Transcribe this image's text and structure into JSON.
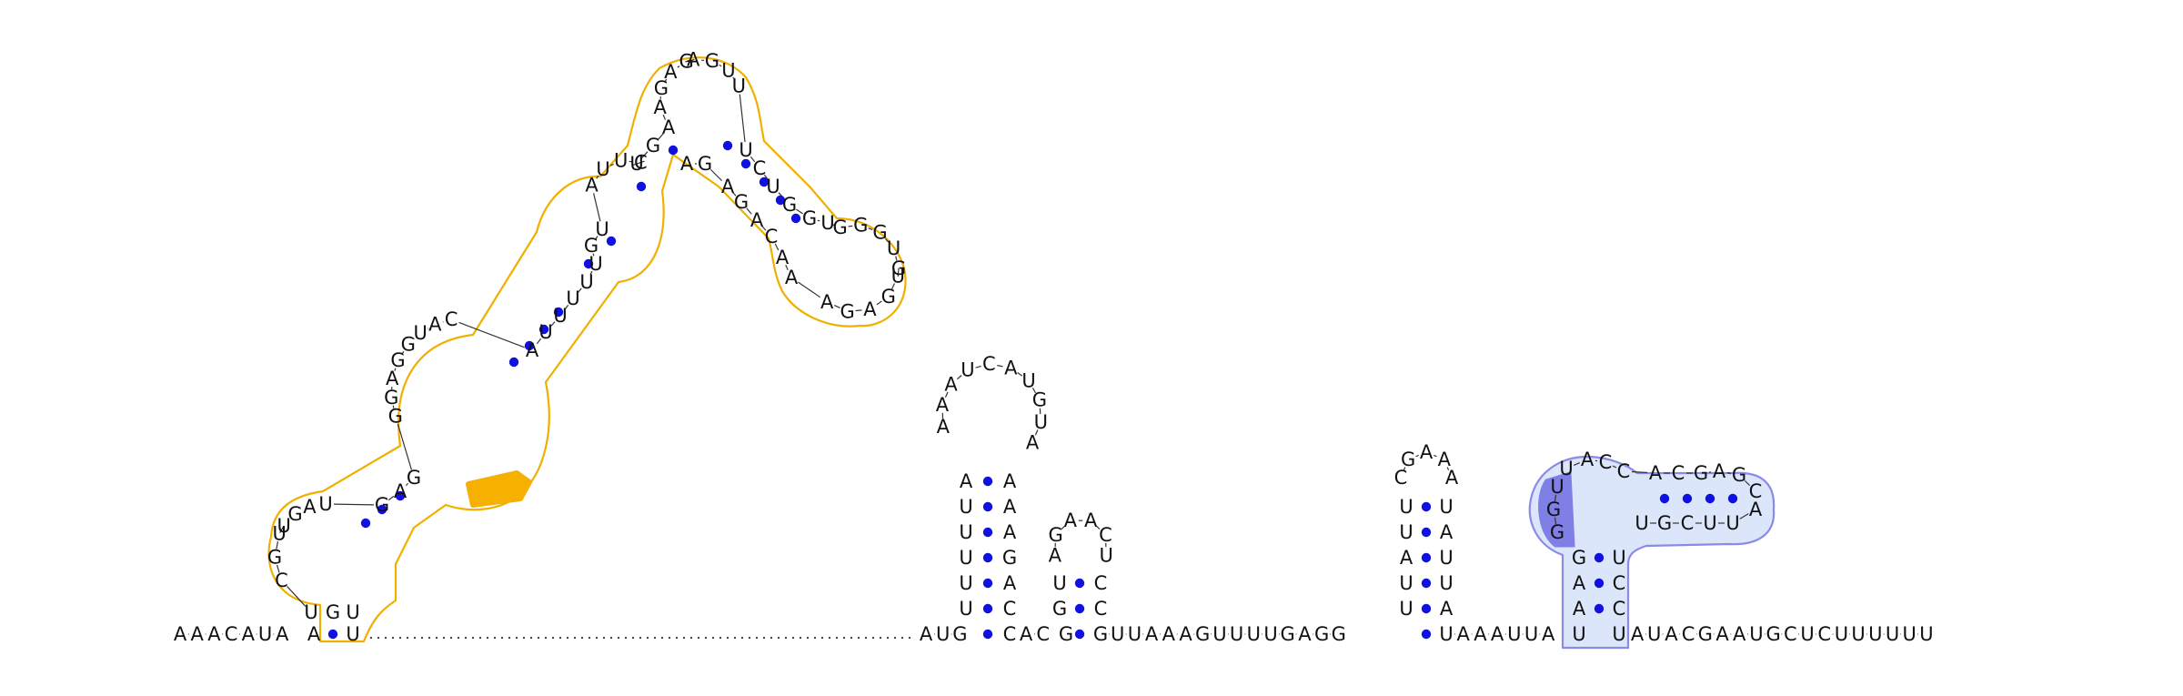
{
  "colors": {
    "background": "#ffffff",
    "nucleotide": "#111111",
    "pair_dot": "#1010e0",
    "backbone": "#333333",
    "domain_outline_orange": "#f0b000",
    "domain_fill_orange": "#ffffff",
    "highlight_orange": "#f5b000",
    "domain_outline_blue": "#8a8ae8",
    "domain_fill_blue": "#dce6fa",
    "highlight_purple": "#7f7fe6"
  },
  "strand": {
    "leader": "AAACAUA",
    "tail": "AUACGAAUGCUCUUUUUU",
    "unpaired_mid": "GUUAAAGUUUUGAGG",
    "spacer": "UAAAUUA"
  },
  "helices": [
    {
      "id": "h1",
      "five": "UUUUUAUG",
      "three": "CAAAAGAC"
    },
    {
      "id": "h2",
      "five": "GU",
      "three": "CC"
    },
    {
      "id": "h3",
      "five": "UUAUUG",
      "three": "AUUAUG"
    },
    {
      "id": "h4",
      "five": "UAAG",
      "three": "UCCU"
    }
  ],
  "loops": [
    {
      "id": "hp1",
      "seq": "AAAUCAUGUA"
    },
    {
      "id": "hp2",
      "seq": "AGAACU"
    },
    {
      "id": "hp3",
      "seq": "CGAAA"
    },
    {
      "id": "hp4",
      "seq": "UGGUACCACGAGCAUUCGU"
    }
  ],
  "domain_orange": {
    "seq_5prime": "UCGUUGAUGAGGGAGGUACAUUUUUGUAUUCUGAAGAGAGUUUCUGGUGGGUGUGAGAAACAGAGAAAAUGAGGAAAGUCGAGC"
  }
}
